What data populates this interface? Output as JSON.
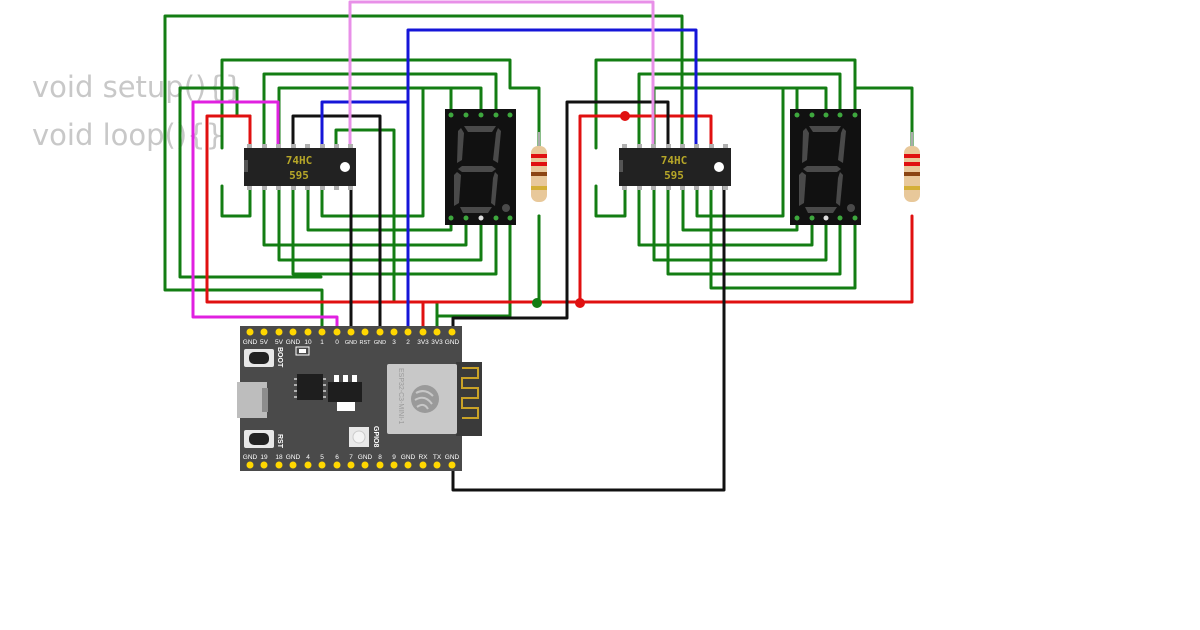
{
  "code": {
    "line1": "void setup(){}",
    "line2": "void loop(){}"
  },
  "chip_left": {
    "line1": "74HC",
    "line2": "595"
  },
  "chip_right": {
    "line1": "74HC",
    "line2": "595"
  },
  "board": {
    "module_label": "ESP32-C3-MINI-1",
    "boot_label": "BOOT",
    "rst_label": "RST",
    "gpio8_label": "GPIO8",
    "top_pins": [
      "GND",
      "5V",
      "5V",
      "GND",
      "10",
      "1",
      "0",
      "GND",
      "RST",
      "GND",
      "3",
      "2",
      "3V3",
      "3V3",
      "GND"
    ],
    "bottom_pins": [
      "GND",
      "19",
      "18",
      "GND",
      "4",
      "5",
      "6",
      "7",
      "GND",
      "8",
      "9",
      "GND",
      "RX",
      "TX",
      "GND"
    ]
  },
  "colors": {
    "green": "#137d13",
    "red": "#e01010",
    "black": "#111111",
    "blue": "#1515d8",
    "violet": "#e890e8",
    "magenta": "#e020e0",
    "board": "#4a4a4a",
    "pin": "#ffd700"
  }
}
